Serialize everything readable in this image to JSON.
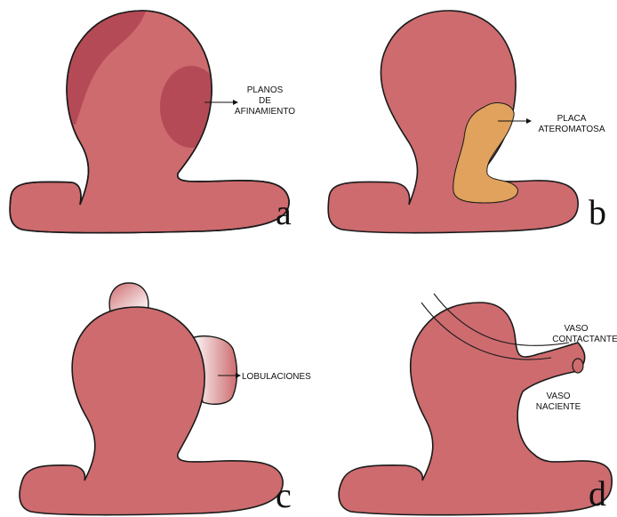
{
  "panels": [
    {
      "letter": "a",
      "labels": [
        "PLANOS",
        "DE",
        "AFINAMIENTO"
      ]
    },
    {
      "letter": "b",
      "labels": [
        "PLACA",
        "ATEROMATOSA"
      ]
    },
    {
      "letter": "c",
      "labels": [
        "LOBULACIONES"
      ]
    },
    {
      "letter": "d",
      "labels": [
        "VASO",
        "CONTACTANTE",
        "VASO",
        "NACIENTE"
      ]
    }
  ],
  "colors": {
    "aneurysm": "#cd6b6e",
    "thinning_planes": "#b54a57",
    "plaque": "#e0a25c",
    "outline": "#1a1a1a"
  }
}
